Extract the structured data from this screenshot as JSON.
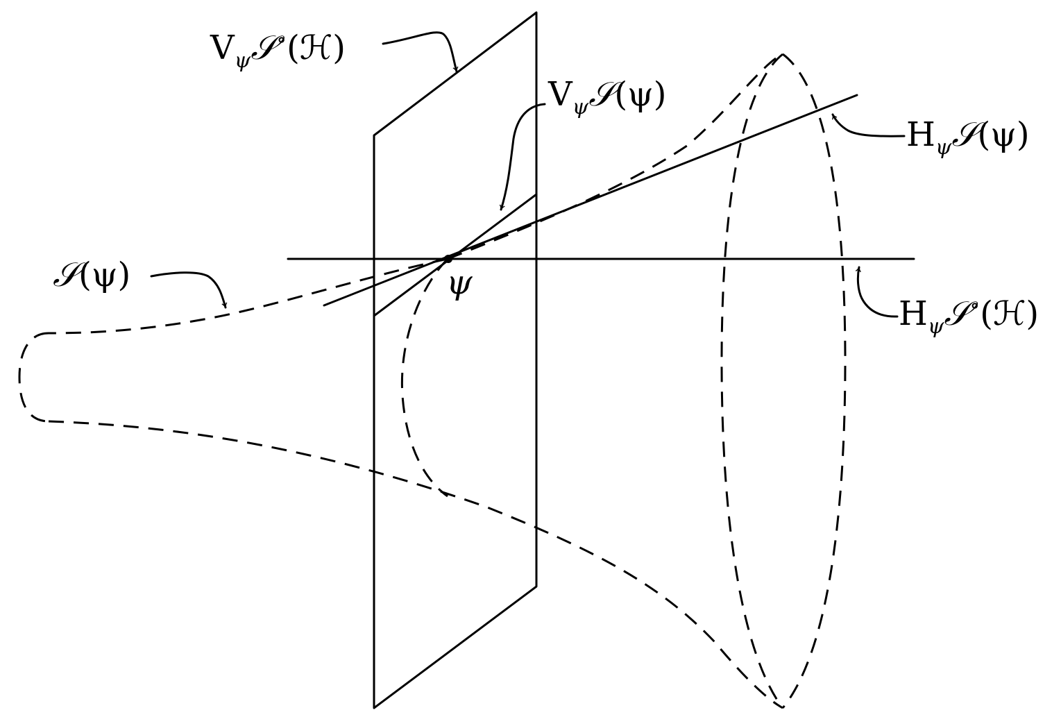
{
  "labels": {
    "vertical_space": {
      "base": "V",
      "sub": "ψ",
      "set": "𝒮",
      "sup": "∘",
      "arg": "(ℋ)"
    },
    "vertical_tangent": {
      "base": "V",
      "sub": "ψ",
      "set": "𝒮",
      "arg": "(ψ)"
    },
    "horizontal_tangent": {
      "base": "H",
      "sub": "ψ",
      "set": "𝒮",
      "arg": "(ψ)"
    },
    "horizontal_space": {
      "base": "H",
      "sub": "ψ",
      "set": "𝒮",
      "sup": "∘",
      "arg": "(ℋ)"
    },
    "surface": {
      "set": "𝒮",
      "arg": "(ψ)"
    },
    "point": "ψ"
  }
}
